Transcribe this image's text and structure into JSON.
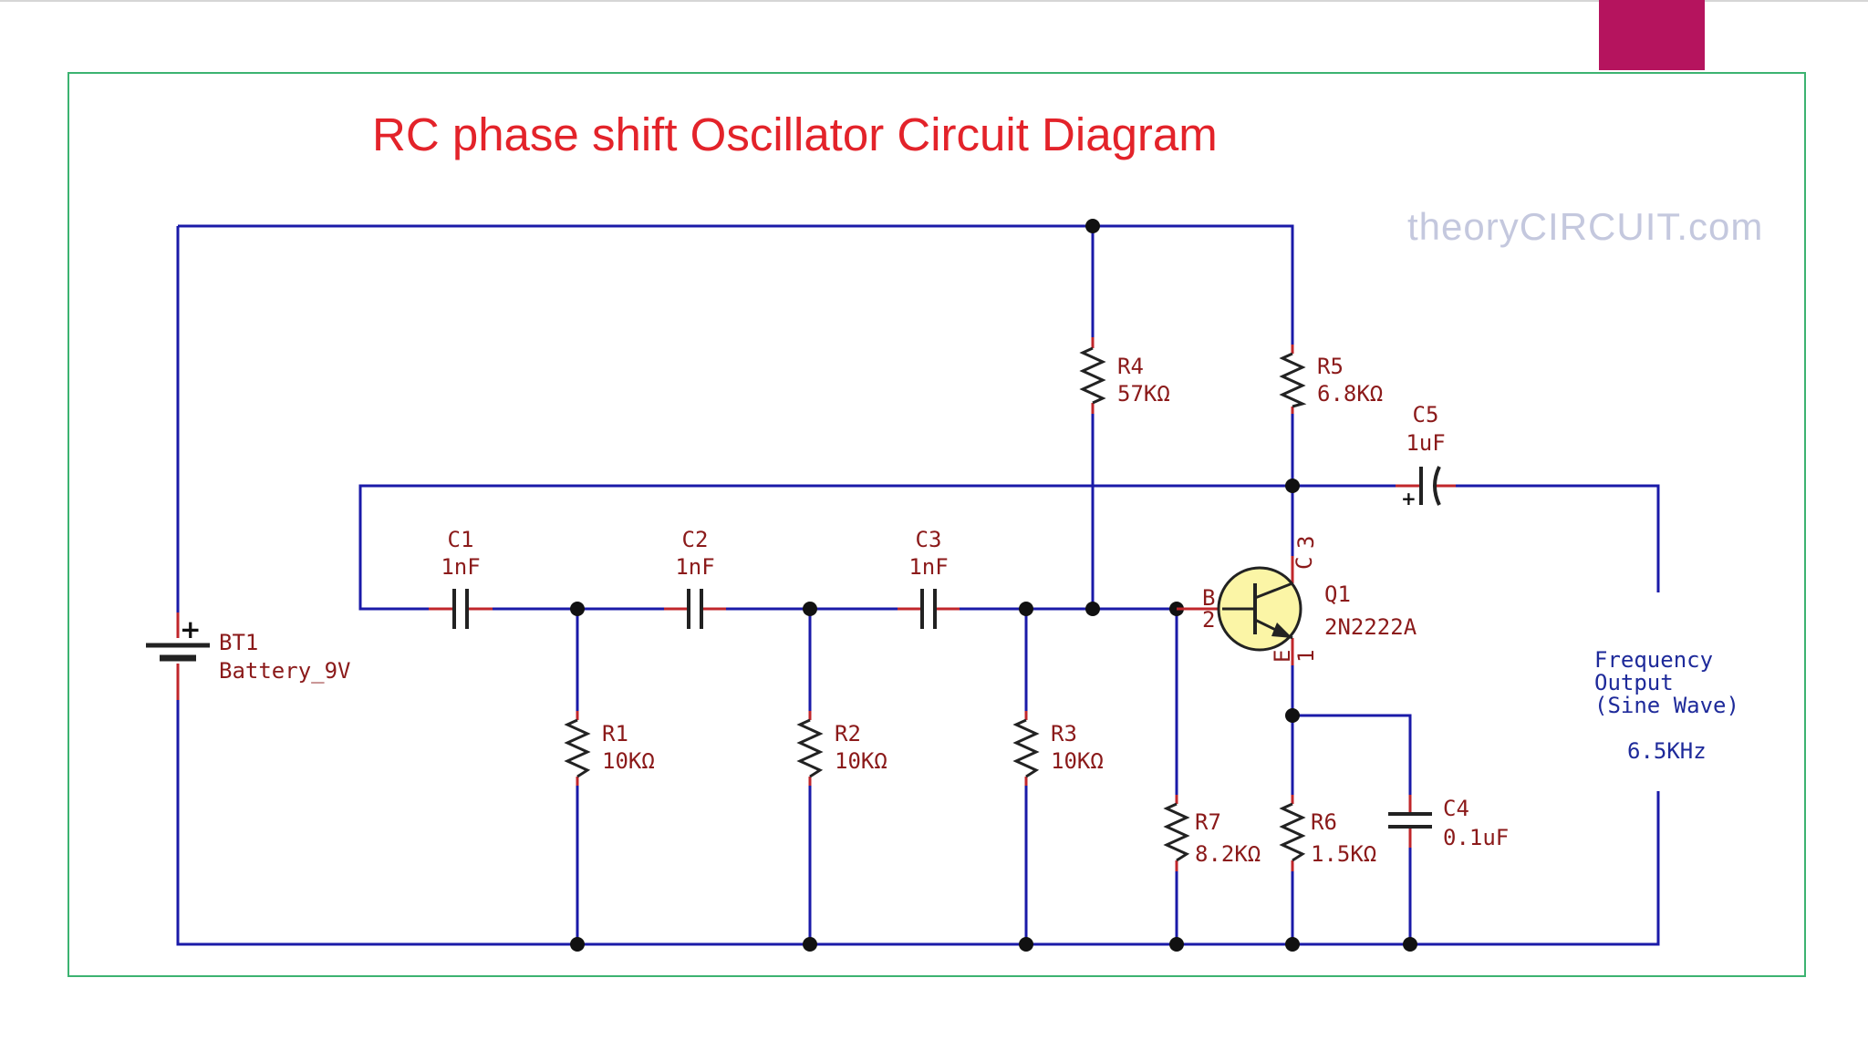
{
  "title": "RC phase shift Oscillator Circuit Diagram",
  "watermark": "theoryCIRCUIT.com",
  "colors": {
    "title": "#e3232a",
    "wire": "#1a1aa8",
    "component_label": "#8b1a1a",
    "frame": "#3cb371",
    "accent": "#b5145e",
    "transistor_fill": "#fbf5a6"
  },
  "components": {
    "bt1": {
      "ref": "BT1",
      "value": "Battery_9V"
    },
    "r1": {
      "ref": "R1",
      "value": "10KΩ"
    },
    "r2": {
      "ref": "R2",
      "value": "10KΩ"
    },
    "r3": {
      "ref": "R3",
      "value": "10KΩ"
    },
    "r4": {
      "ref": "R4",
      "value": "57KΩ"
    },
    "r5": {
      "ref": "R5",
      "value": "6.8KΩ"
    },
    "r6": {
      "ref": "R6",
      "value": "1.5KΩ"
    },
    "r7": {
      "ref": "R7",
      "value": "8.2KΩ"
    },
    "c1": {
      "ref": "C1",
      "value": "1nF"
    },
    "c2": {
      "ref": "C2",
      "value": "1nF"
    },
    "c3": {
      "ref": "C3",
      "value": "1nF"
    },
    "c4": {
      "ref": "C4",
      "value": "0.1uF"
    },
    "c5": {
      "ref": "C5",
      "value": "1uF"
    },
    "q1": {
      "ref": "Q1",
      "value": "2N2222A",
      "pin_b": "B",
      "pin_b_num": "2",
      "pin_c": "C",
      "pin_c_num": "3",
      "pin_e": "E",
      "pin_e_num": "1"
    }
  },
  "battery_plus": "+",
  "cap_plus": "+",
  "output": {
    "line1": "Frequency",
    "line2": "Output",
    "line3": "(Sine Wave)",
    "frequency": "6.5KHz"
  }
}
